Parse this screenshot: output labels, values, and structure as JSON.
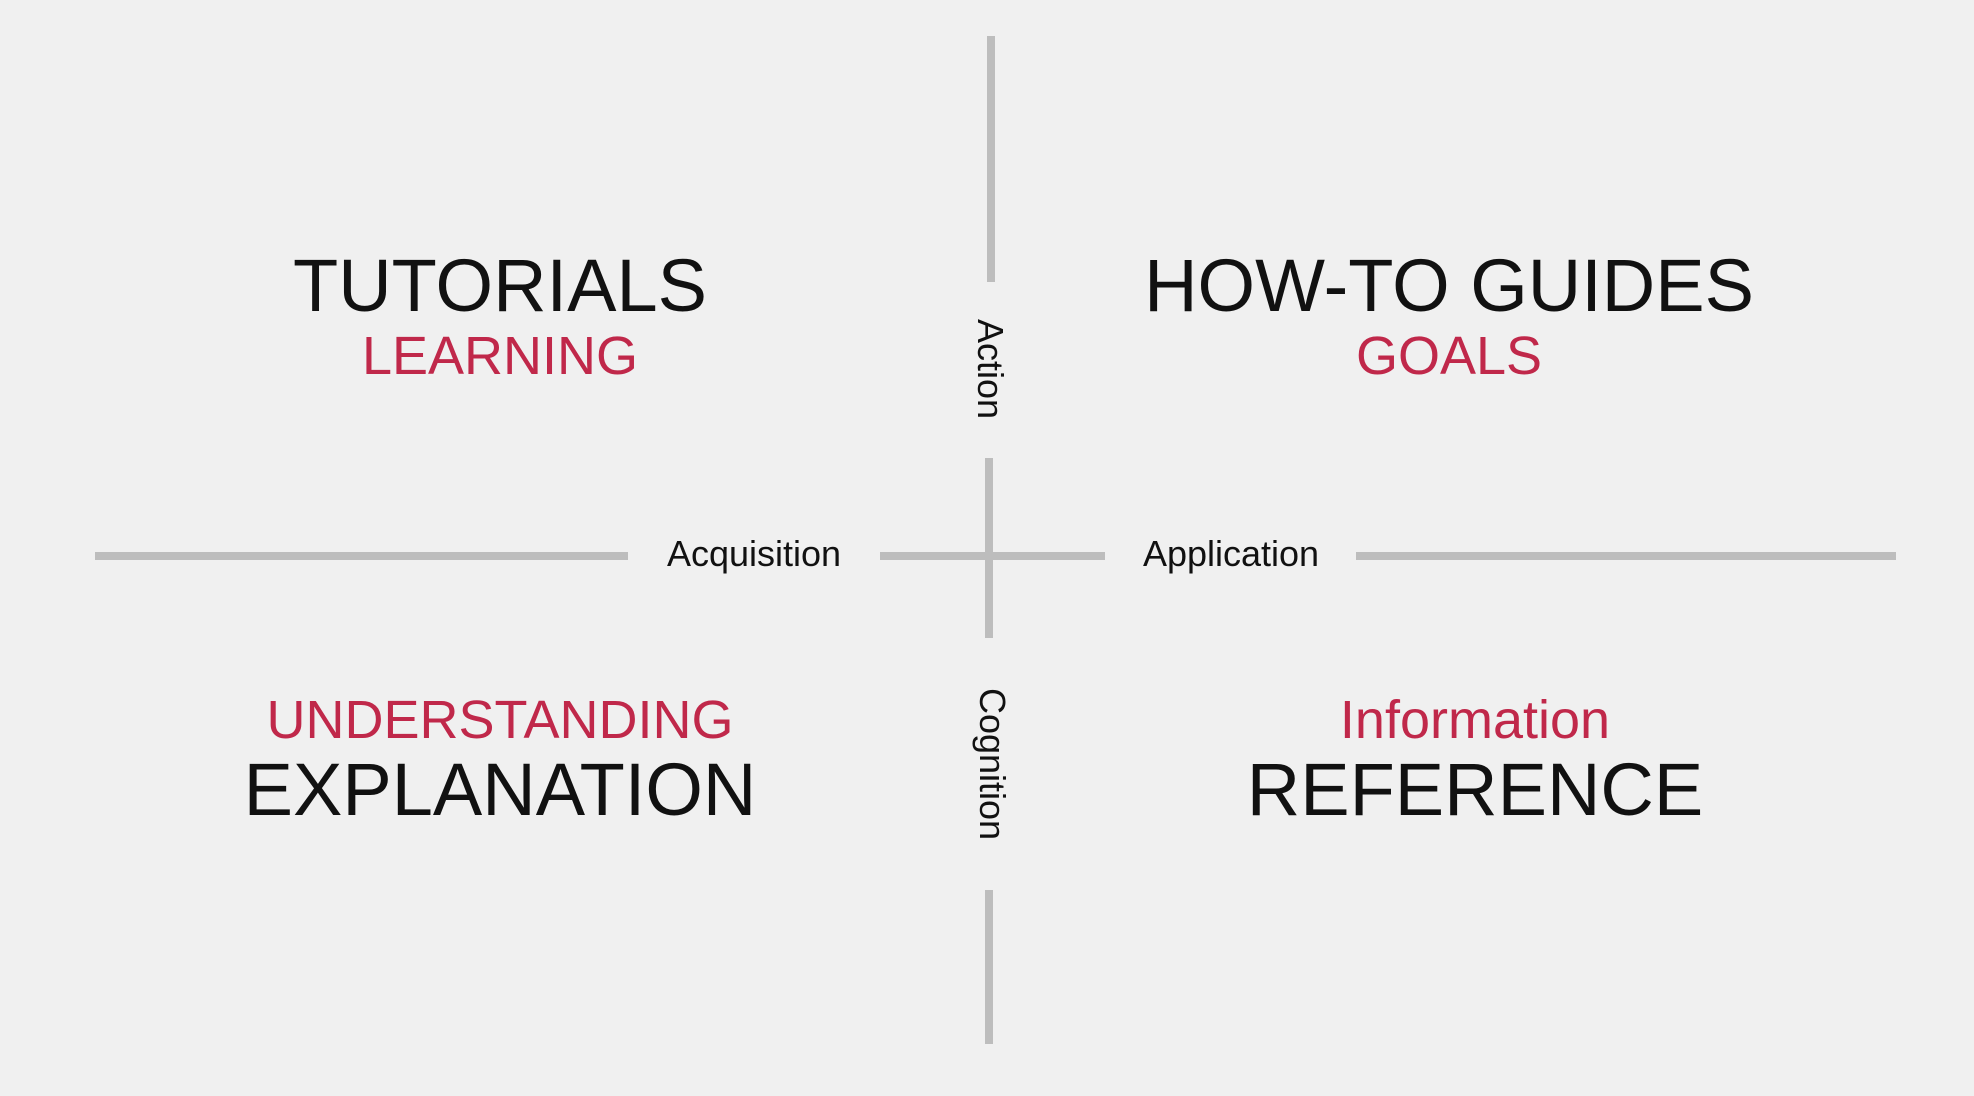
{
  "colors": {
    "background": "#f0f0f0",
    "axis": "#bdbdbd",
    "title": "#111111",
    "accent": "#c0284a"
  },
  "axes": {
    "top": "Action",
    "bottom": "Cognition",
    "left": "Acquisition",
    "right": "Application"
  },
  "quadrants": {
    "top_left": {
      "title": "TUTORIALS",
      "subtitle": "LEARNING"
    },
    "top_right": {
      "title": "HOW-TO GUIDES",
      "subtitle": "GOALS"
    },
    "bottom_left": {
      "title": "EXPLANATION",
      "subtitle": "UNDERSTANDING"
    },
    "bottom_right": {
      "title": "REFERENCE",
      "subtitle": "Information"
    }
  }
}
